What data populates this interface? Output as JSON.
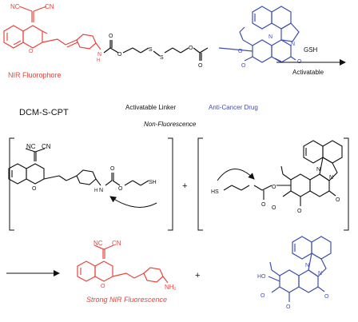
{
  "colors": {
    "fluorophore": "#e8453c",
    "drug": "#3f4fb0",
    "linker": "#111111"
  },
  "top": {
    "fluorophore_label": "NIR Fluorophore",
    "compound_name": "DCM-S-CPT",
    "linker_label": "Activatable Linker",
    "drug_label": "Anti-Cancer Drug",
    "fluorescence_state": "Non-Fluorescence",
    "reagent": "GSH",
    "arrow_condition": "Activatable",
    "atoms": {
      "nc": "NC",
      "cn": "CN",
      "o_ring": "O",
      "nh": "N",
      "h": "H",
      "o_carb": "O",
      "o_carb2": "O",
      "s1": "S",
      "s2": "S",
      "o_mid": "O",
      "o_mid2": "O",
      "o_drug": "O",
      "o_drug2": "O",
      "n_quin": "N",
      "n_ring": "N",
      "o_lac": "O",
      "o_lac2": "O",
      "o_ket": "O"
    }
  },
  "middle": {
    "plus": "+",
    "atoms": {
      "nc": "NC",
      "cn": "CN",
      "o_ring": "O",
      "nh": "N",
      "h": "H",
      "o_carb": "O",
      "o_carb2": "O",
      "sh": "SH",
      "hs": "HS",
      "o_ester": "O",
      "o_ester2": "O",
      "n_quin": "N",
      "n_ring": "N",
      "o_lac": "O",
      "o_lac2": "O",
      "o_ket": "O"
    }
  },
  "bottom": {
    "plus": "+",
    "product_label": "Strong NIR Fluorescence",
    "atoms": {
      "nc": "NC",
      "cn": "CN",
      "o_ring": "O",
      "nh2": "NH₂",
      "ho": "HO",
      "n_quin": "N",
      "n_ring": "N",
      "o_lac": "O",
      "o_lac2": "O",
      "o_ket": "O"
    }
  }
}
